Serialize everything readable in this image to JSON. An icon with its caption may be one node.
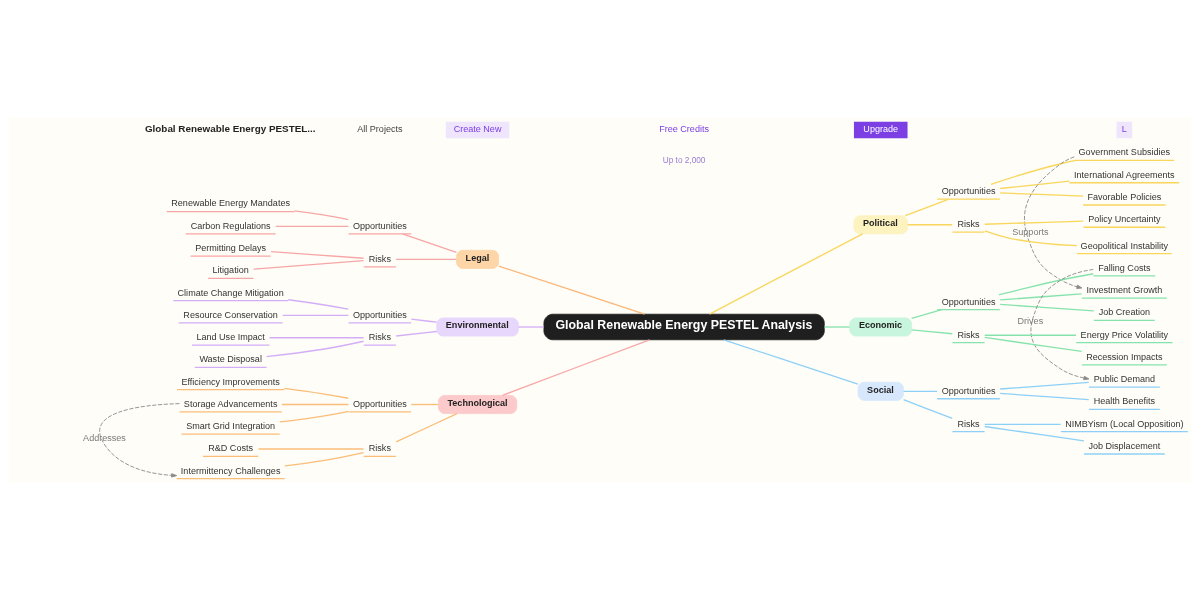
{
  "diagram": {
    "nodes": [
      {
        "text": [
          "Global Renewable Energy PESTEL Analysis"
        ]
      },
      {
        "text": [
          "Political"
        ]
      },
      {
        "text": [
          "Opportunities"
        ]
      },
      {
        "text": [
          "Government Subsidies"
        ]
      },
      {
        "text": [
          "International Agreements"
        ]
      },
      {
        "text": [
          "Favorable Policies"
        ]
      },
      {
        "text": [
          "Risks"
        ]
      },
      {
        "text": [
          "Policy Uncertainty"
        ]
      },
      {
        "text": [
          "Geopolitical Instability"
        ]
      },
      {
        "text": [
          "Economic"
        ]
      },
      {
        "text": [
          "Opportunities"
        ]
      },
      {
        "text": [
          "Falling Costs"
        ]
      },
      {
        "text": [
          "Investment Growth"
        ]
      },
      {
        "text": [
          "Job Creation"
        ]
      },
      {
        "text": [
          "Risks"
        ]
      },
      {
        "text": [
          "Energy Price Volatility"
        ]
      },
      {
        "text": [
          "Recession Impacts"
        ]
      },
      {
        "text": [
          "Social"
        ]
      },
      {
        "text": [
          "Opportunities"
        ]
      },
      {
        "text": [
          "Public Demand"
        ]
      },
      {
        "text": [
          "Health Benefits"
        ]
      },
      {
        "text": [
          "Risks"
        ]
      },
      {
        "text": [
          "NIMBYism (Local Opposition)"
        ]
      },
      {
        "text": [
          "Job Displacement"
        ]
      },
      {
        "text": [
          "Legal"
        ]
      },
      {
        "text": [
          "Opportunities"
        ]
      },
      {
        "text": [
          "Renewable Energy Mandates"
        ]
      },
      {
        "text": [
          "Carbon Regulations"
        ]
      },
      {
        "text": [
          "Risks"
        ]
      },
      {
        "text": [
          "Permitting Delays"
        ]
      },
      {
        "text": [
          "Litigation"
        ]
      },
      {
        "text": [
          "Environmental"
        ]
      },
      {
        "text": [
          "Opportunities"
        ]
      },
      {
        "text": [
          "Climate Change Mitigation"
        ]
      },
      {
        "text": [
          "Resource Conservation"
        ]
      },
      {
        "text": [
          "Risks"
        ]
      },
      {
        "text": [
          "Land Use Impact"
        ]
      },
      {
        "text": [
          "Waste Disposal"
        ]
      },
      {
        "text": [
          "Technological"
        ]
      },
      {
        "text": [
          "Opportunities"
        ]
      },
      {
        "text": [
          "Efficiency Improvements"
        ]
      },
      {
        "text": [
          "Storage Advancements"
        ]
      },
      {
        "text": [
          "Smart Grid Integration"
        ]
      },
      {
        "text": [
          "Risks"
        ]
      },
      {
        "text": [
          "R&D Costs"
        ]
      },
      {
        "text": [
          "Intermittency Challenges"
        ]
      }
    ],
    "edges": [
      {
        "from": 0,
        "to": 1,
        "arrow": "none",
        "color": "#f9d65c"
      },
      {
        "from": 1,
        "to": 2,
        "arrow": "none",
        "color": "#f9d65c"
      },
      {
        "from": 2,
        "to": 3,
        "arrow": "none",
        "color": "#f9d65c"
      },
      {
        "from": 2,
        "to": 4,
        "arrow": "none",
        "color": "#f9d65c"
      },
      {
        "from": 2,
        "to": 5,
        "arrow": "none",
        "color": "#f9d65c"
      },
      {
        "from": 1,
        "to": 6,
        "arrow": "none",
        "color": "#f9d65c"
      },
      {
        "from": 6,
        "to": 7,
        "arrow": "none",
        "color": "#f9d65c"
      },
      {
        "from": 6,
        "to": 8,
        "arrow": "none",
        "color": "#f9d65c"
      },
      {
        "from": 0,
        "to": 9,
        "arrow": "none",
        "color": "#86e3ad"
      },
      {
        "from": 9,
        "to": 10,
        "arrow": "none",
        "color": "#86e3ad"
      },
      {
        "from": 10,
        "to": 11,
        "arrow": "none",
        "color": "#86e3ad"
      },
      {
        "from": 10,
        "to": 12,
        "arrow": "none",
        "color": "#86e3ad"
      },
      {
        "from": 10,
        "to": 13,
        "arrow": "none",
        "color": "#86e3ad"
      },
      {
        "from": 9,
        "to": 14,
        "arrow": "none",
        "color": "#86e3ad"
      },
      {
        "from": 14,
        "to": 15,
        "arrow": "none",
        "color": "#86e3ad"
      },
      {
        "from": 14,
        "to": 16,
        "arrow": "none",
        "color": "#86e3ad"
      },
      {
        "from": 0,
        "to": 17,
        "arrow": "none",
        "color": "#8dd0f7"
      },
      {
        "from": 17,
        "to": 18,
        "arrow": "none",
        "color": "#8dd0f7"
      },
      {
        "from": 18,
        "to": 19,
        "arrow": "none",
        "color": "#8dd0f7"
      },
      {
        "from": 18,
        "to": 20,
        "arrow": "none",
        "color": "#8dd0f7"
      },
      {
        "from": 17,
        "to": 21,
        "arrow": "none",
        "color": "#8dd0f7"
      },
      {
        "from": 21,
        "to": 22,
        "arrow": "none",
        "color": "#8dd0f7"
      },
      {
        "from": 21,
        "to": 23,
        "arrow": "none",
        "color": "#8dd0f7"
      },
      {
        "from": 24,
        "to": 0,
        "arrow": "none",
        "color": "#fbb678"
      },
      {
        "from": 25,
        "to": 24,
        "arrow": "none",
        "color": "#f7a6a6"
      },
      {
        "from": 26,
        "to": 25,
        "arrow": "none",
        "color": "#f7a6a6"
      },
      {
        "from": 27,
        "to": 25,
        "arrow": "none",
        "color": "#f7a6a6"
      },
      {
        "from": 28,
        "to": 24,
        "arrow": "none",
        "color": "#f7a6a6"
      },
      {
        "from": 29,
        "to": 28,
        "arrow": "none",
        "color": "#f7a6a6"
      },
      {
        "from": 30,
        "to": 28,
        "arrow": "none",
        "color": "#f7a6a6"
      },
      {
        "from": 31,
        "to": 0,
        "arrow": "none",
        "color": "#d3aef7"
      },
      {
        "from": 32,
        "to": 31,
        "arrow": "none",
        "color": "#d3aef7"
      },
      {
        "from": 33,
        "to": 32,
        "arrow": "none",
        "color": "#d3aef7"
      },
      {
        "from": 34,
        "to": 32,
        "arrow": "none",
        "color": "#d3aef7"
      },
      {
        "from": 35,
        "to": 31,
        "arrow": "none",
        "color": "#d3aef7"
      },
      {
        "from": 36,
        "to": 35,
        "arrow": "none",
        "color": "#d3aef7"
      },
      {
        "from": 37,
        "to": 35,
        "arrow": "none",
        "color": "#d3aef7"
      },
      {
        "from": 38,
        "to": 0,
        "arrow": "none",
        "color": "#f7a6a6"
      },
      {
        "from": 39,
        "to": 38,
        "arrow": "none",
        "color": "#fbbd78"
      },
      {
        "from": 40,
        "to": 39,
        "arrow": "none",
        "color": "#fbbd78"
      },
      {
        "from": 41,
        "to": 39,
        "arrow": "none",
        "color": "#fbbd78"
      },
      {
        "from": 42,
        "to": 39,
        "arrow": "none",
        "color": "#fbbd78"
      },
      {
        "from": 43,
        "to": 38,
        "arrow": "none",
        "color": "#fbbd78"
      },
      {
        "from": 44,
        "to": 43,
        "arrow": "none",
        "color": "#fbbd78"
      },
      {
        "from": 45,
        "to": 43,
        "arrow": "none",
        "color": "#fbbd78"
      },
      {
        "from": 3,
        "to": 12,
        "arrow": "to",
        "label": "Supports",
        "style": "dashed",
        "color": "#8a8a8a"
      },
      {
        "from": 11,
        "to": 19,
        "arrow": "to",
        "label": "Drives",
        "style": "dashed",
        "color": "#8a8a8a"
      },
      {
        "from": 41,
        "to": 45,
        "arrow": "to",
        "label": "Addresses",
        "style": "dashed",
        "color": "#8a8a8a"
      }
    ],
    "labels": [
      "Global Renewable Energy PESTEL...",
      "All Projects",
      "Create New",
      "Free Credits",
      "Up to 2,000",
      "Upgrade",
      "L"
    ]
  }
}
